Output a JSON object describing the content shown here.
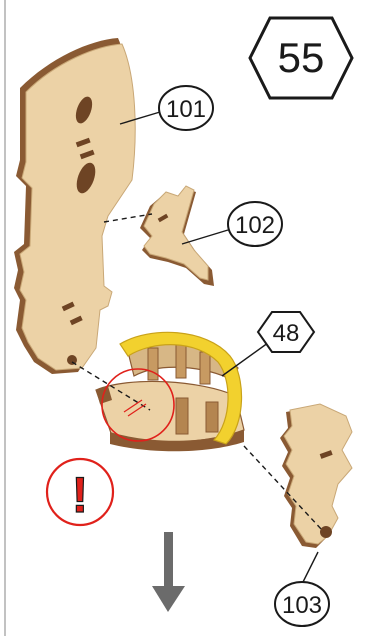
{
  "step": {
    "number": "55"
  },
  "parts": [
    {
      "id": "part-101",
      "label": "101"
    },
    {
      "id": "part-102",
      "label": "102"
    },
    {
      "id": "part-48",
      "label": "48"
    },
    {
      "id": "part-103",
      "label": "103"
    }
  ],
  "warning": {
    "symbol": "!"
  },
  "colors": {
    "wood_face": "#ecd2a6",
    "wood_edge": "#8a5a33",
    "yellow_band": "#f2d12e",
    "warning_red": "#e0211b",
    "arrow_gray": "#6b6b6b"
  }
}
